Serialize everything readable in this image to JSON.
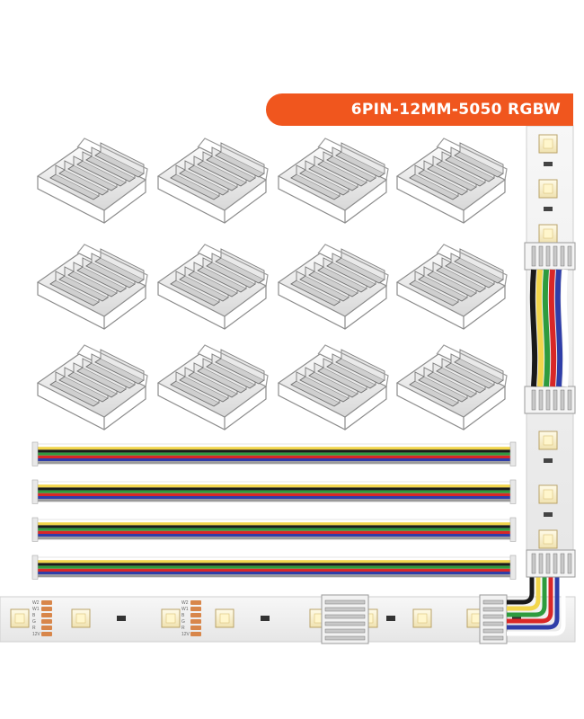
{
  "title_badge": {
    "text": "6PIN-12MM-5050 RGBW",
    "color": "#f0561e"
  },
  "connectors": {
    "rows": 3,
    "columns": 4,
    "style": "clear plastic 6-pin solderless clip",
    "count": 12
  },
  "cables": {
    "count": 4,
    "wire_colors": [
      "#ffffff",
      "#f2d64c",
      "#1a1a1a",
      "#2e9b3e",
      "#d92727",
      "#2f3ea8",
      "#9a9a9a"
    ]
  },
  "strip": {
    "pad_labels": [
      "W2",
      "W1",
      "B",
      "G",
      "R",
      "12V"
    ],
    "corner_wire_colors": [
      "#1a1a1a",
      "#f2d64c",
      "#2e9b3e",
      "#d92727",
      "#2f3ea8",
      "#ffffff"
    ]
  }
}
